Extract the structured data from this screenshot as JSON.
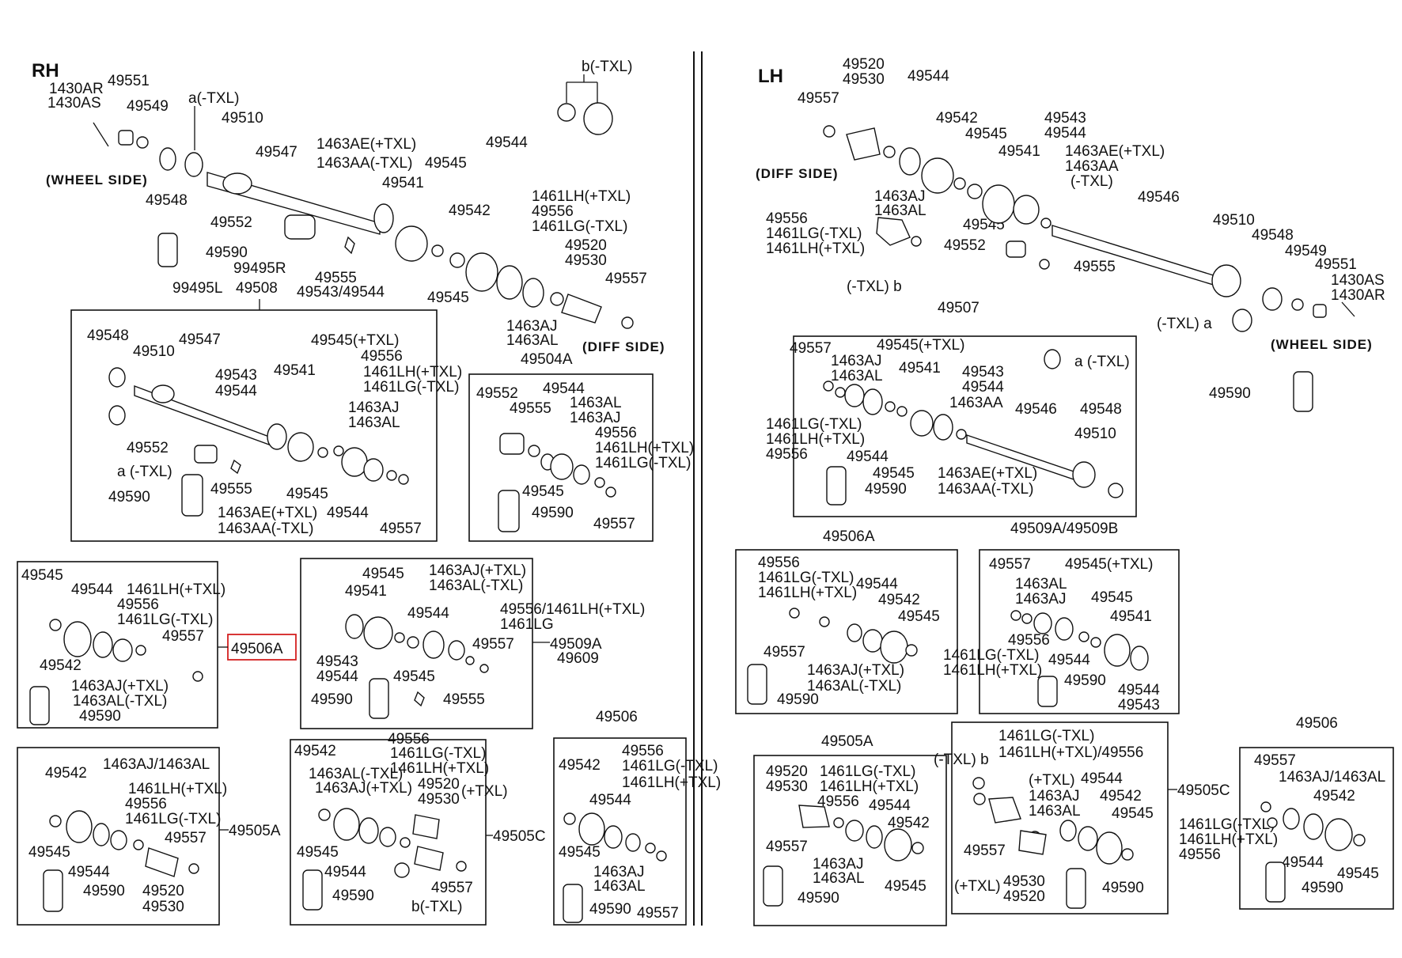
{
  "rh": {
    "title": "RH",
    "top": {
      "l1430ar": "1430AR",
      "l1430as": "1430AS",
      "l49551": "49551",
      "l49549": "49549",
      "a_txl": "a(-TXL)",
      "l49510": "49510",
      "wheel_side": "(WHEEL  SIDE)",
      "l49548": "49548",
      "l49547": "49547",
      "l1463ae": "1463AE(+TXL)",
      "l1463aa": "1463AA(-TXL)",
      "l49545a": "49545",
      "l49544a": "49544",
      "l49541": "49541",
      "l49542": "49542",
      "l1461lh": "1461LH(+TXL)",
      "l49556": "49556",
      "l1461lg": "1461LG(-TXL)",
      "l49520": "49520",
      "l49530": "49530",
      "l49557": "49557",
      "l49552": "49552",
      "l49590": "49590",
      "l49555": "49555",
      "l49543_44": "49543/49544",
      "l49545b": "49545",
      "l1463aj": "1463AJ",
      "l1463al": "1463AL",
      "diff_side": "(DIFF  SIDE)",
      "b_txl": "b(-TXL)",
      "l99495r": "99495R",
      "l99495l": "99495L",
      "l49508": "49508"
    },
    "box49508": {
      "l49548": "49548",
      "l49510": "49510",
      "l49547": "49547",
      "l49545_txl": "49545(+TXL)",
      "l49556": "49556",
      "l1461lh": "1461LH(+TXL)",
      "l1461lg": "1461LG(-TXL)",
      "l49543": "49543",
      "l49544": "49544",
      "l49541": "49541",
      "l1463aj": "1463AJ",
      "l1463al": "1463AL",
      "l49552": "49552",
      "a_txl": "a (-TXL)",
      "l49590": "49590",
      "l49555": "49555",
      "l1463ae": "1463AE(+TXL)",
      "l1463aa": "1463AA(-TXL)",
      "l49545": "49545",
      "l49544b": "49544",
      "l49557": "49557"
    },
    "box49504a": {
      "title": "49504A",
      "l49552": "49552",
      "l49544": "49544",
      "l1463al": "1463AL",
      "l1463aj": "1463AJ",
      "l49555": "49555",
      "l49556": "49556",
      "l1461lh": "1461LH(+TXL)",
      "l1461lg": "1461LG(-TXL)",
      "l49545": "49545",
      "l49590": "49590",
      "l49557": "49557"
    },
    "box49506a": {
      "l49545": "49545",
      "l49544": "49544",
      "l1461lh": "1461LH(+TXL)",
      "l49556": "49556",
      "l1461lg": "1461LG(-TXL)",
      "l49557": "49557",
      "l49542": "49542",
      "l1463aj": "1463AJ(+TXL)",
      "l1463al": "1463AL(-TXL)",
      "l49590": "49590",
      "callout": "49506A"
    },
    "box49509a": {
      "l49545": "49545",
      "l1463aj": "1463AJ(+TXL)",
      "l1463al": "1463AL(-TXL)",
      "l49541": "49541",
      "l49556": "49556/1461LH(+TXL)",
      "l1461lg": "1461LG",
      "l49544": "49544",
      "l49557": "49557",
      "callout": "49509A",
      "l49609": "49609",
      "l49543": "49543",
      "l49544b": "49544",
      "l49545b": "49545",
      "l49590": "49590",
      "l49555": "49555"
    },
    "box49505a": {
      "l49542": "49542",
      "l1463aj": "1463AJ/1463AL",
      "l1461lh": "1461LH(+TXL)",
      "l49556": "49556",
      "l1461lg": "1461LG(-TXL)",
      "l49557": "49557",
      "callout": "49505A",
      "l49545": "49545",
      "l49544": "49544",
      "l49590": "49590",
      "l49520": "49520",
      "l49530": "49530"
    },
    "box49505c": {
      "l49542": "49542",
      "l49556": "49556",
      "l1461lg": "1461LG(-TXL)",
      "l1463al": "1463AL(-TXL)",
      "l1461lh": "1461LH(+TXL)",
      "l1463aj": "1463AJ(+TXL)",
      "l49520": "49520",
      "l49530": "49530",
      "plus_txl": "(+TXL)",
      "callout": "49505C",
      "l49545": "49545",
      "l49544": "49544",
      "l49557": "49557",
      "l49590": "49590",
      "b_txl": "b(-TXL)"
    },
    "box49506": {
      "title": "49506",
      "l49542": "49542",
      "l49556": "49556",
      "l1461lg": "1461LG(-TXL)",
      "l1461lh": "1461LH(+TXL)",
      "l49544": "49544",
      "l49545": "49545",
      "l1463aj": "1463AJ",
      "l1463al": "1463AL",
      "l49590": "49590",
      "l49557": "49557"
    }
  },
  "lh": {
    "title": "LH",
    "top": {
      "l49520": "49520",
      "l49530": "49530",
      "l49544a": "49544",
      "l49557": "49557",
      "l49542": "49542",
      "l49545a": "49545",
      "l49541": "49541",
      "l49543": "49543",
      "l49544b": "49544",
      "l1463ae": "1463AE(+TXL)",
      "l1463aa": "1463AA",
      "minus_txl": "(-TXL)",
      "diff_side": "(DIFF  SIDE)",
      "l1463aj": "1463AJ",
      "l1463al": "1463AL",
      "l49556": "49556",
      "l1461lg": "1461LG(-TXL)",
      "l1461lh": "1461LH(+TXL)",
      "l49545b": "49545",
      "l49546": "49546",
      "l49510": "49510",
      "l49548": "49548",
      "l49549": "49549",
      "l49551": "49551",
      "l1430as": "1430AS",
      "l1430ar": "1430AR",
      "l49552": "49552",
      "l49555": "49555",
      "b_txl": "(-TXL) b",
      "a_txl": "(-TXL) a",
      "wheel_side": "(WHEEL  SIDE)",
      "l49590": "49590"
    },
    "box49507": {
      "title": "49507",
      "l49557": "49557",
      "l49545_txl": "49545(+TXL)",
      "l1463aj": "1463AJ",
      "l1463al": "1463AL",
      "l49541": "49541",
      "l49543": "49543",
      "l49544": "49544",
      "a_txl": "a (-TXL)",
      "l1463aa": "1463AA",
      "l49546": "49546",
      "l49548": "49548",
      "l1461lg": "1461LG(-TXL)",
      "l1461lh": "1461LH(+TXL)",
      "l49556": "49556",
      "l49510": "49510",
      "l49544b": "49544",
      "l49545": "49545",
      "l1463ae": "1463AE(+TXL)",
      "l1463aa2": "1463AA(-TXL)",
      "l49590": "49590"
    },
    "box49506a": {
      "title": "49506A",
      "l49556": "49556",
      "l1461lg": "1461LG(-TXL)",
      "l1461lh": "1461LH(+TXL)",
      "l49544": "49544",
      "l49542": "49542",
      "l49545": "49545",
      "l49557": "49557",
      "l1463aj": "1463AJ(+TXL)",
      "l1463al": "1463AL(-TXL)",
      "l49590": "49590"
    },
    "box49509": {
      "title": "49509A/49509B",
      "l49557": "49557",
      "l49545_txl": "49545(+TXL)",
      "l1463al": "1463AL",
      "l1463aj": "1463AJ",
      "l49545": "49545",
      "l49541": "49541",
      "l49556": "49556",
      "l1461lg": "1461LG(-TXL)",
      "l1461lh": "1461LH(+TXL)",
      "l49544": "49544",
      "l49590": "49590",
      "l49544b": "49544",
      "l49543": "49543"
    },
    "box49505a": {
      "title": "49505A",
      "l49520": "49520",
      "l1461lg": "1461LG(-TXL)",
      "l49530": "49530",
      "l1461lh": "1461LH(+TXL)",
      "l49556": "49556",
      "l49544": "49544",
      "l49542": "49542",
      "l49557": "49557",
      "l1463aj": "1463AJ",
      "l1463al": "1463AL",
      "l49545": "49545",
      "l49590": "49590"
    },
    "box49505c": {
      "b_txl": "(-TXL) b",
      "l1461lg": "1461LG(-TXL)",
      "l1461lh": "1461LH(+TXL)/49556",
      "plus_txl": "(+TXL)",
      "l49544": "49544",
      "l1463aj": "1463AJ",
      "l49542": "49542",
      "l1463al": "1463AL",
      "l49545": "49545",
      "callout": "49505C",
      "l49557": "49557",
      "plus_txl2": "(+TXL)",
      "l49530": "49530",
      "l49520": "49520",
      "l49590": "49590"
    },
    "box49506": {
      "title": "49506",
      "l49557": "49557",
      "l1463aj": "1463AJ/1463AL",
      "l49542": "49542",
      "l1461lg": "1461LG(-TXL)",
      "l1461lh": "1461LH(+TXL)",
      "l49556": "49556",
      "l49544": "49544",
      "l49545": "49545",
      "l49590": "49590"
    }
  }
}
